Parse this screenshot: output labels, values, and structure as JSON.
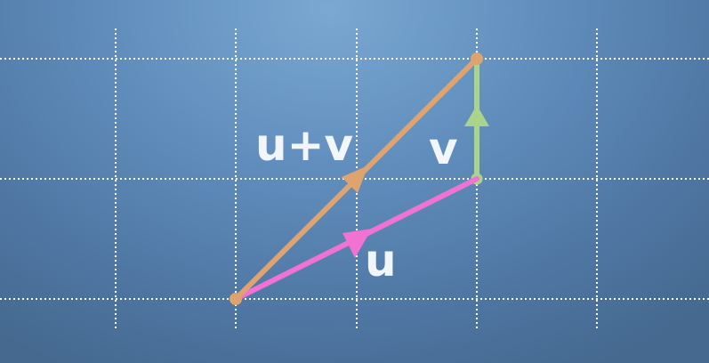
{
  "diagram": {
    "labels": {
      "sum": "u+v",
      "u": "u",
      "v": "v"
    },
    "colors": {
      "sum": "#dea36f",
      "u": "#f172d3",
      "v": "#aad48a",
      "grid": "#ffffff",
      "label": "#f2f5fa"
    }
  }
}
